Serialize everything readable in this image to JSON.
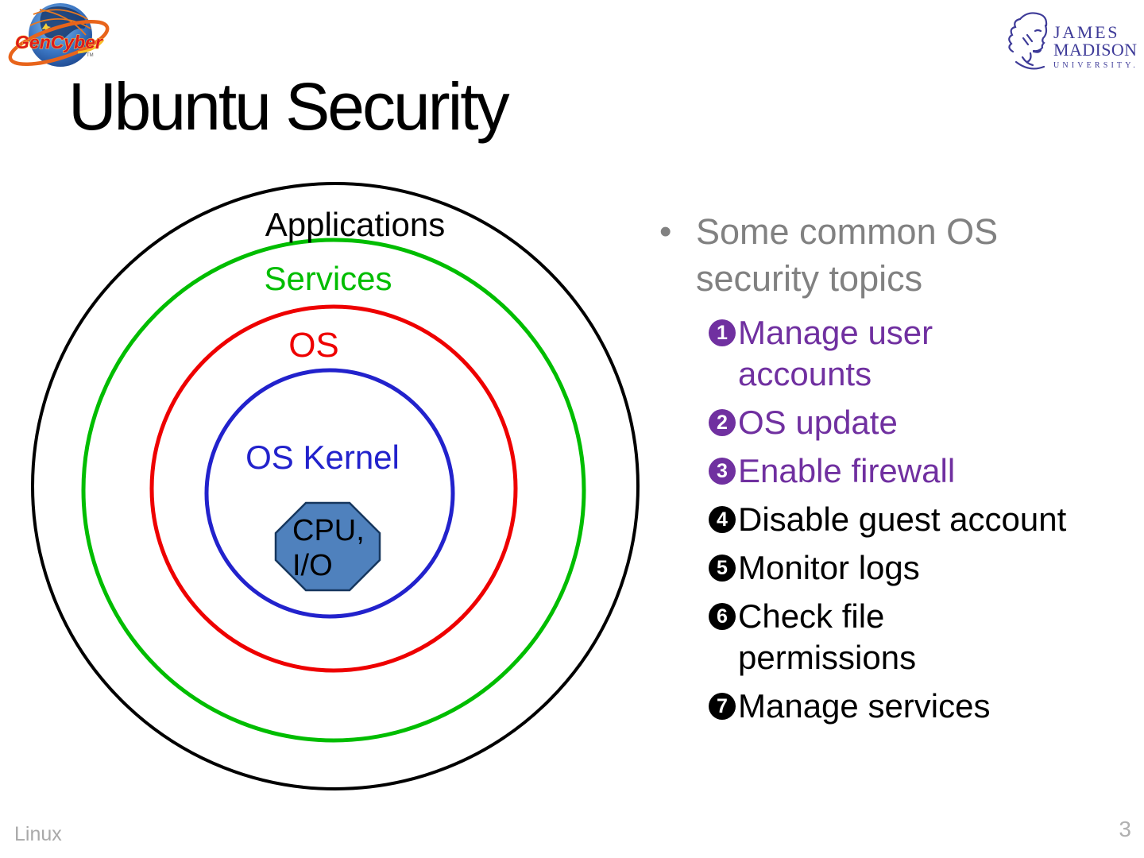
{
  "slide": {
    "title": "Ubuntu Security",
    "background": "#ffffff",
    "footer": {
      "left_label": "Linux",
      "page_number": "3"
    }
  },
  "logos": {
    "gencyber": {
      "name": "GenCyber",
      "trademark": "TM"
    },
    "jmu": {
      "line1": "JAMES",
      "line2": "MADISON",
      "line3": "UNIVERSITY."
    }
  },
  "diagram": {
    "rings": [
      {
        "label": "Applications",
        "color": "#000000"
      },
      {
        "label": "Services",
        "color": "#00bd00"
      },
      {
        "label": "OS",
        "color": "#ee0000"
      },
      {
        "label": "OS Kernel",
        "color": "#2222cc"
      }
    ],
    "core": {
      "line1": "CPU,",
      "line2": "I/O",
      "fill": "#4f81bd",
      "border": "#17375e"
    }
  },
  "content": {
    "bullet": "•",
    "heading": {
      "lines": [
        "Some common OS",
        "security topics"
      ],
      "color": "#818181"
    },
    "items": [
      {
        "number": "1",
        "lines": [
          "Manage user",
          "accounts"
        ],
        "color": "#7030a0"
      },
      {
        "number": "2",
        "lines": [
          "OS update"
        ],
        "color": "#7030a0"
      },
      {
        "number": "3",
        "lines": [
          "Enable firewall"
        ],
        "color": "#7030a0"
      },
      {
        "number": "4",
        "lines": [
          "Disable guest account"
        ],
        "color": "#000000"
      },
      {
        "number": "5",
        "lines": [
          "Monitor logs"
        ],
        "color": "#000000"
      },
      {
        "number": "6",
        "lines": [
          "Check file",
          "permissions"
        ],
        "color": "#000000"
      },
      {
        "number": "7",
        "lines": [
          "Manage services"
        ],
        "color": "#000000"
      }
    ]
  }
}
